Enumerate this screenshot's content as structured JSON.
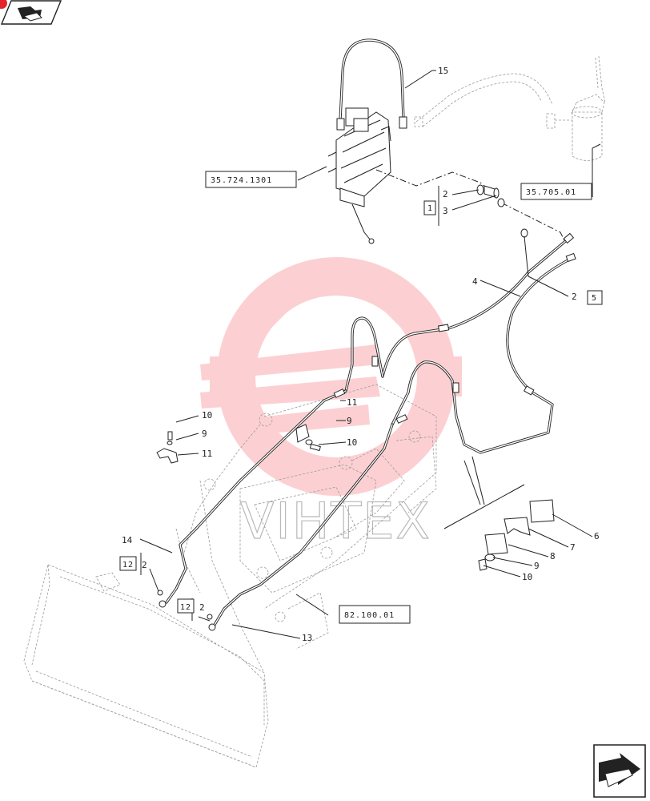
{
  "watermark": {
    "text": "VIHTEX",
    "color": "#f21b23"
  },
  "corner_icons": {
    "top_left": "prev-page-arrow-icon",
    "bottom_right": "next-page-arrow-icon"
  },
  "ref_boxes": {
    "valve": "35.724.1301",
    "filter": "35.705.01",
    "loader": "82.100.01",
    "group_1": "1",
    "group_5": "5",
    "group_12a": "12",
    "group_12b": "12"
  },
  "callouts": {
    "c15": "15",
    "c2a": "2",
    "c3": "3",
    "c4": "4",
    "c2b": "2",
    "c10a": "10",
    "c9a": "9",
    "c11a": "11",
    "c11b": "11",
    "c9b": "9",
    "c10b": "10",
    "c14": "14",
    "c2c": "2",
    "c2d": "2",
    "c13": "13",
    "c6": "6",
    "c7": "7",
    "c8": "8",
    "c9c": "9",
    "c10c": "10"
  }
}
